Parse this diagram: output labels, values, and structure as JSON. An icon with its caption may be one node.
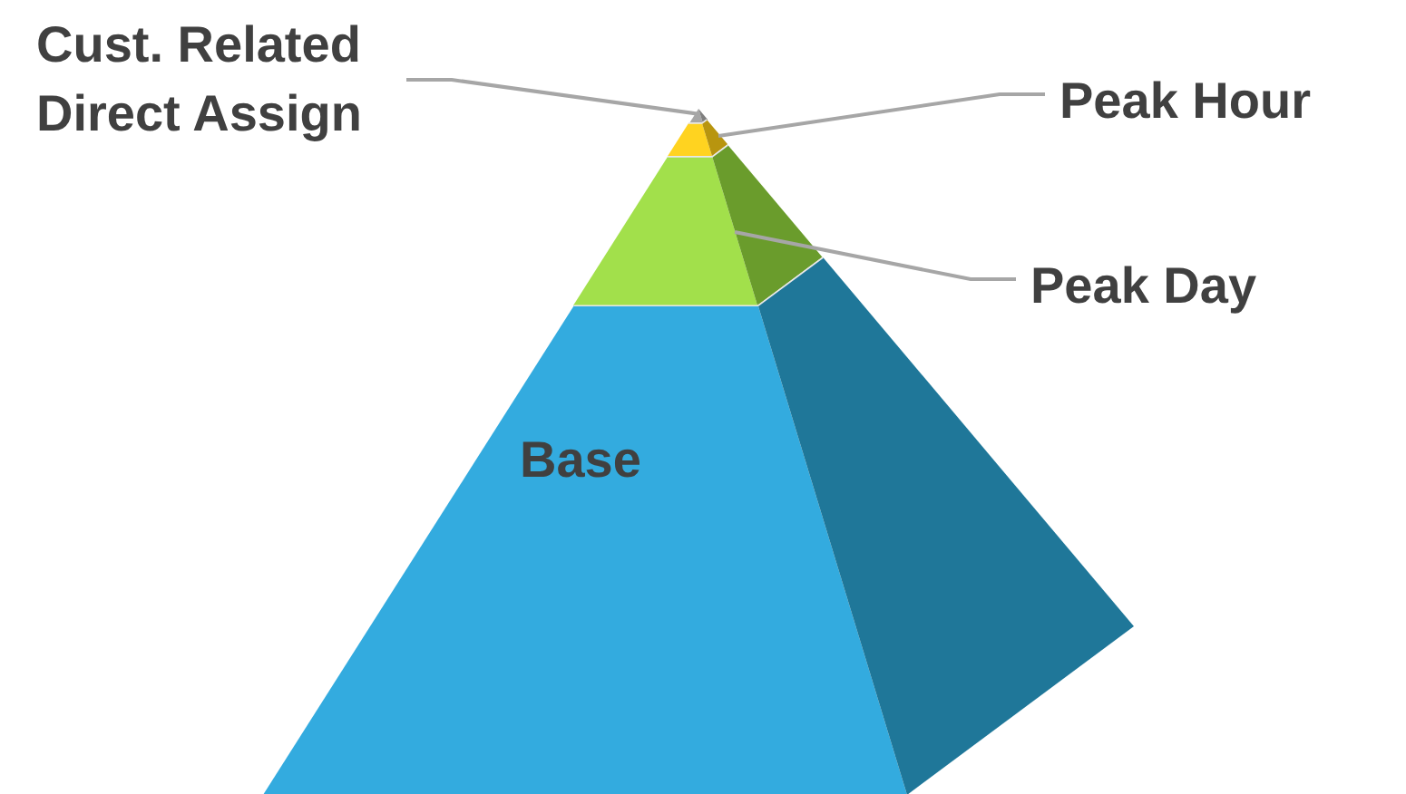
{
  "diagram": {
    "nodes": [
      {
        "text": [
          "Cust. Related Direct Assign"
        ]
      },
      {
        "text": [],
        "shape": "triangle"
      },
      {
        "text": [
          "Peak Hour"
        ]
      },
      {
        "text": [],
        "shape": "trapezoid"
      },
      {
        "text": [
          "Peak Day"
        ]
      },
      {
        "text": [],
        "shape": "trapezoid"
      },
      {
        "text": [
          "Base"
        ]
      }
    ],
    "edges": [
      {
        "from": 0,
        "to": 1,
        "arrow": "none"
      },
      {
        "from": 2,
        "to": 3,
        "arrow": "none"
      },
      {
        "from": 4,
        "to": 5,
        "arrow": "none"
      }
    ]
  }
}
